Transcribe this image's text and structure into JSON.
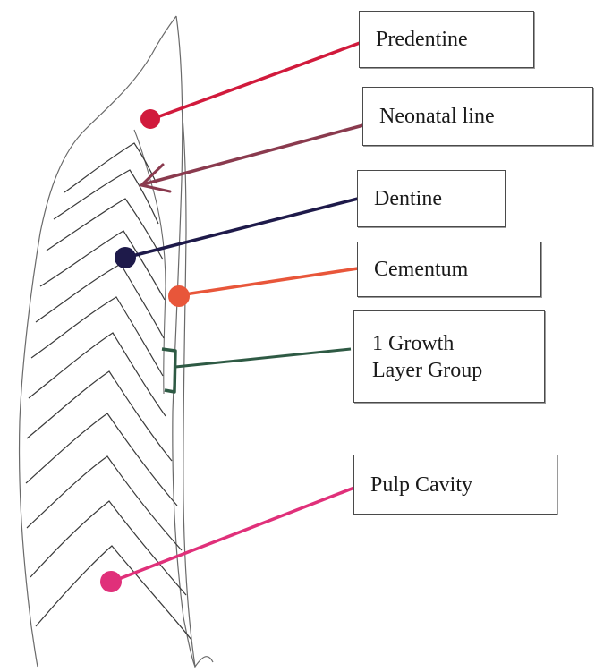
{
  "labels": {
    "predentine": "Predentine",
    "neonatal_line": "Neonatal line",
    "dentine": "Dentine",
    "cementum": "Cementum",
    "growth_layer_line1": "1 Growth",
    "growth_layer_line2": "Layer Group",
    "pulp_cavity": "Pulp Cavity"
  },
  "colors": {
    "predentine": "#d11a3c",
    "neonatal_line": "#8a3a4e",
    "dentine": "#1e1a4a",
    "cementum": "#e8563a",
    "growth_layer_group": "#2e5a44",
    "pulp_cavity": "#e0307a",
    "outline": "#6a6a6a",
    "growth_lines": "#3a3a3a"
  }
}
